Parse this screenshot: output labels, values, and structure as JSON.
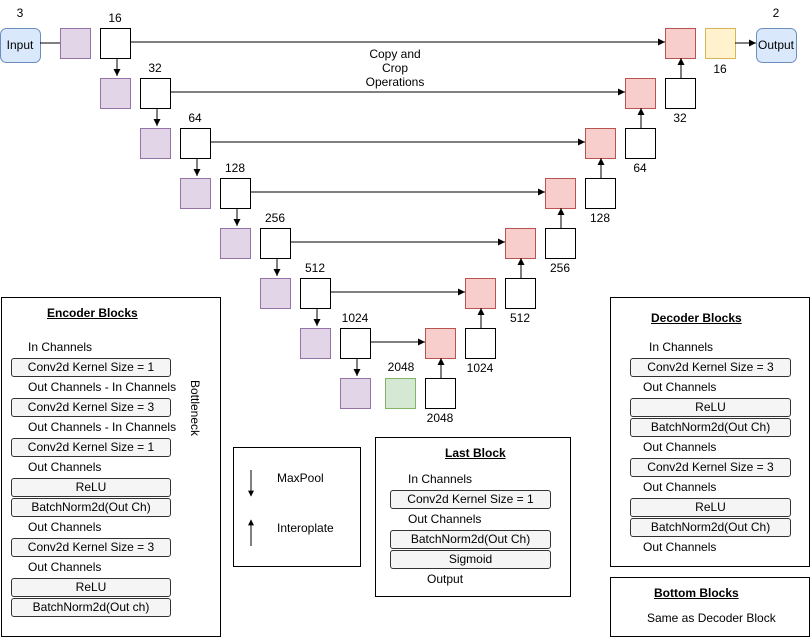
{
  "colors": {
    "io_fill": "#dae8fc",
    "io_stroke": "#6c8ebf",
    "pool_fill": "#e1d5e7",
    "pool_stroke": "#9673a6",
    "dec_fill": "#f8cecc",
    "dec_stroke": "#b85450",
    "bottom_fill": "#d5e8d4",
    "bottom_stroke": "#82b366",
    "last_fill": "#fff2cc",
    "last_stroke": "#d6b656",
    "legend_fill": "#f5f5f5",
    "legend_stroke": "#666666",
    "conv_stroke": "#000000"
  },
  "diagram": {
    "input_label": "Input",
    "input_channels": "3",
    "output_label": "Output",
    "output_channels": "2",
    "copy_crop_label": [
      "Copy and",
      "Crop",
      "Operations"
    ],
    "encoder_channels": [
      "16",
      "32",
      "64",
      "128",
      "256",
      "512",
      "1024"
    ],
    "bottleneck_channels": "2048",
    "bottleneck_out_channels": "2048",
    "decoder_channels": [
      "1024",
      "512",
      "256",
      "128",
      "64",
      "32"
    ],
    "last_out_channels": "16"
  },
  "encoder_panel": {
    "title": "Encoder Blocks",
    "side_label": "Bottleneck",
    "lines": [
      {
        "kind": "label",
        "text": "In Channels"
      },
      {
        "kind": "box",
        "text": "Conv2d Kernel Size = 1"
      },
      {
        "kind": "label",
        "text": "Out Channels - In Channels"
      },
      {
        "kind": "box",
        "text": "Conv2d Kernel Size = 3"
      },
      {
        "kind": "label",
        "text": "Out Channels - In Channels"
      },
      {
        "kind": "box",
        "text": "Conv2d Kernel Size = 1"
      },
      {
        "kind": "label",
        "text": "Out Channels"
      },
      {
        "kind": "box",
        "text": "ReLU"
      },
      {
        "kind": "box",
        "text": "BatchNorm2d(Out Ch)"
      },
      {
        "kind": "label",
        "text": "Out Channels"
      },
      {
        "kind": "box",
        "text": "Conv2d Kernel Size = 3"
      },
      {
        "kind": "label",
        "text": "Out Channels"
      },
      {
        "kind": "box",
        "text": "ReLU"
      },
      {
        "kind": "box",
        "text": "BatchNorm2d(Out ch)"
      }
    ]
  },
  "legend": {
    "maxpool_label": "MaxPool",
    "interpolate_label": "Interoplate"
  },
  "last_panel": {
    "title": "Last Block",
    "lines": [
      {
        "kind": "label",
        "text": "In Channels"
      },
      {
        "kind": "box",
        "text": "Conv2d Kernel Size = 1"
      },
      {
        "kind": "label",
        "text": "Out Channels"
      },
      {
        "kind": "box",
        "text": "BatchNorm2d(Out Ch)"
      },
      {
        "kind": "box",
        "text": "Sigmoid"
      },
      {
        "kind": "label",
        "text": "Output"
      }
    ]
  },
  "decoder_panel": {
    "title": "Decoder Blocks",
    "lines": [
      {
        "kind": "label",
        "text": "In Channels"
      },
      {
        "kind": "box",
        "text": "Conv2d Kernel Size = 3"
      },
      {
        "kind": "label",
        "text": "Out Channels"
      },
      {
        "kind": "box",
        "text": "ReLU"
      },
      {
        "kind": "box",
        "text": "BatchNorm2d(Out Ch)"
      },
      {
        "kind": "label",
        "text": "Out Channels"
      },
      {
        "kind": "box",
        "text": "Conv2d Kernel Size = 3"
      },
      {
        "kind": "label",
        "text": "Out Channels"
      },
      {
        "kind": "box",
        "text": "ReLU"
      },
      {
        "kind": "box",
        "text": "BatchNorm2d(Out Ch)"
      },
      {
        "kind": "label",
        "text": "Out Channels"
      }
    ]
  },
  "bottom_panel": {
    "title": "Bottom Blocks",
    "text": "Same as Decoder Block"
  }
}
